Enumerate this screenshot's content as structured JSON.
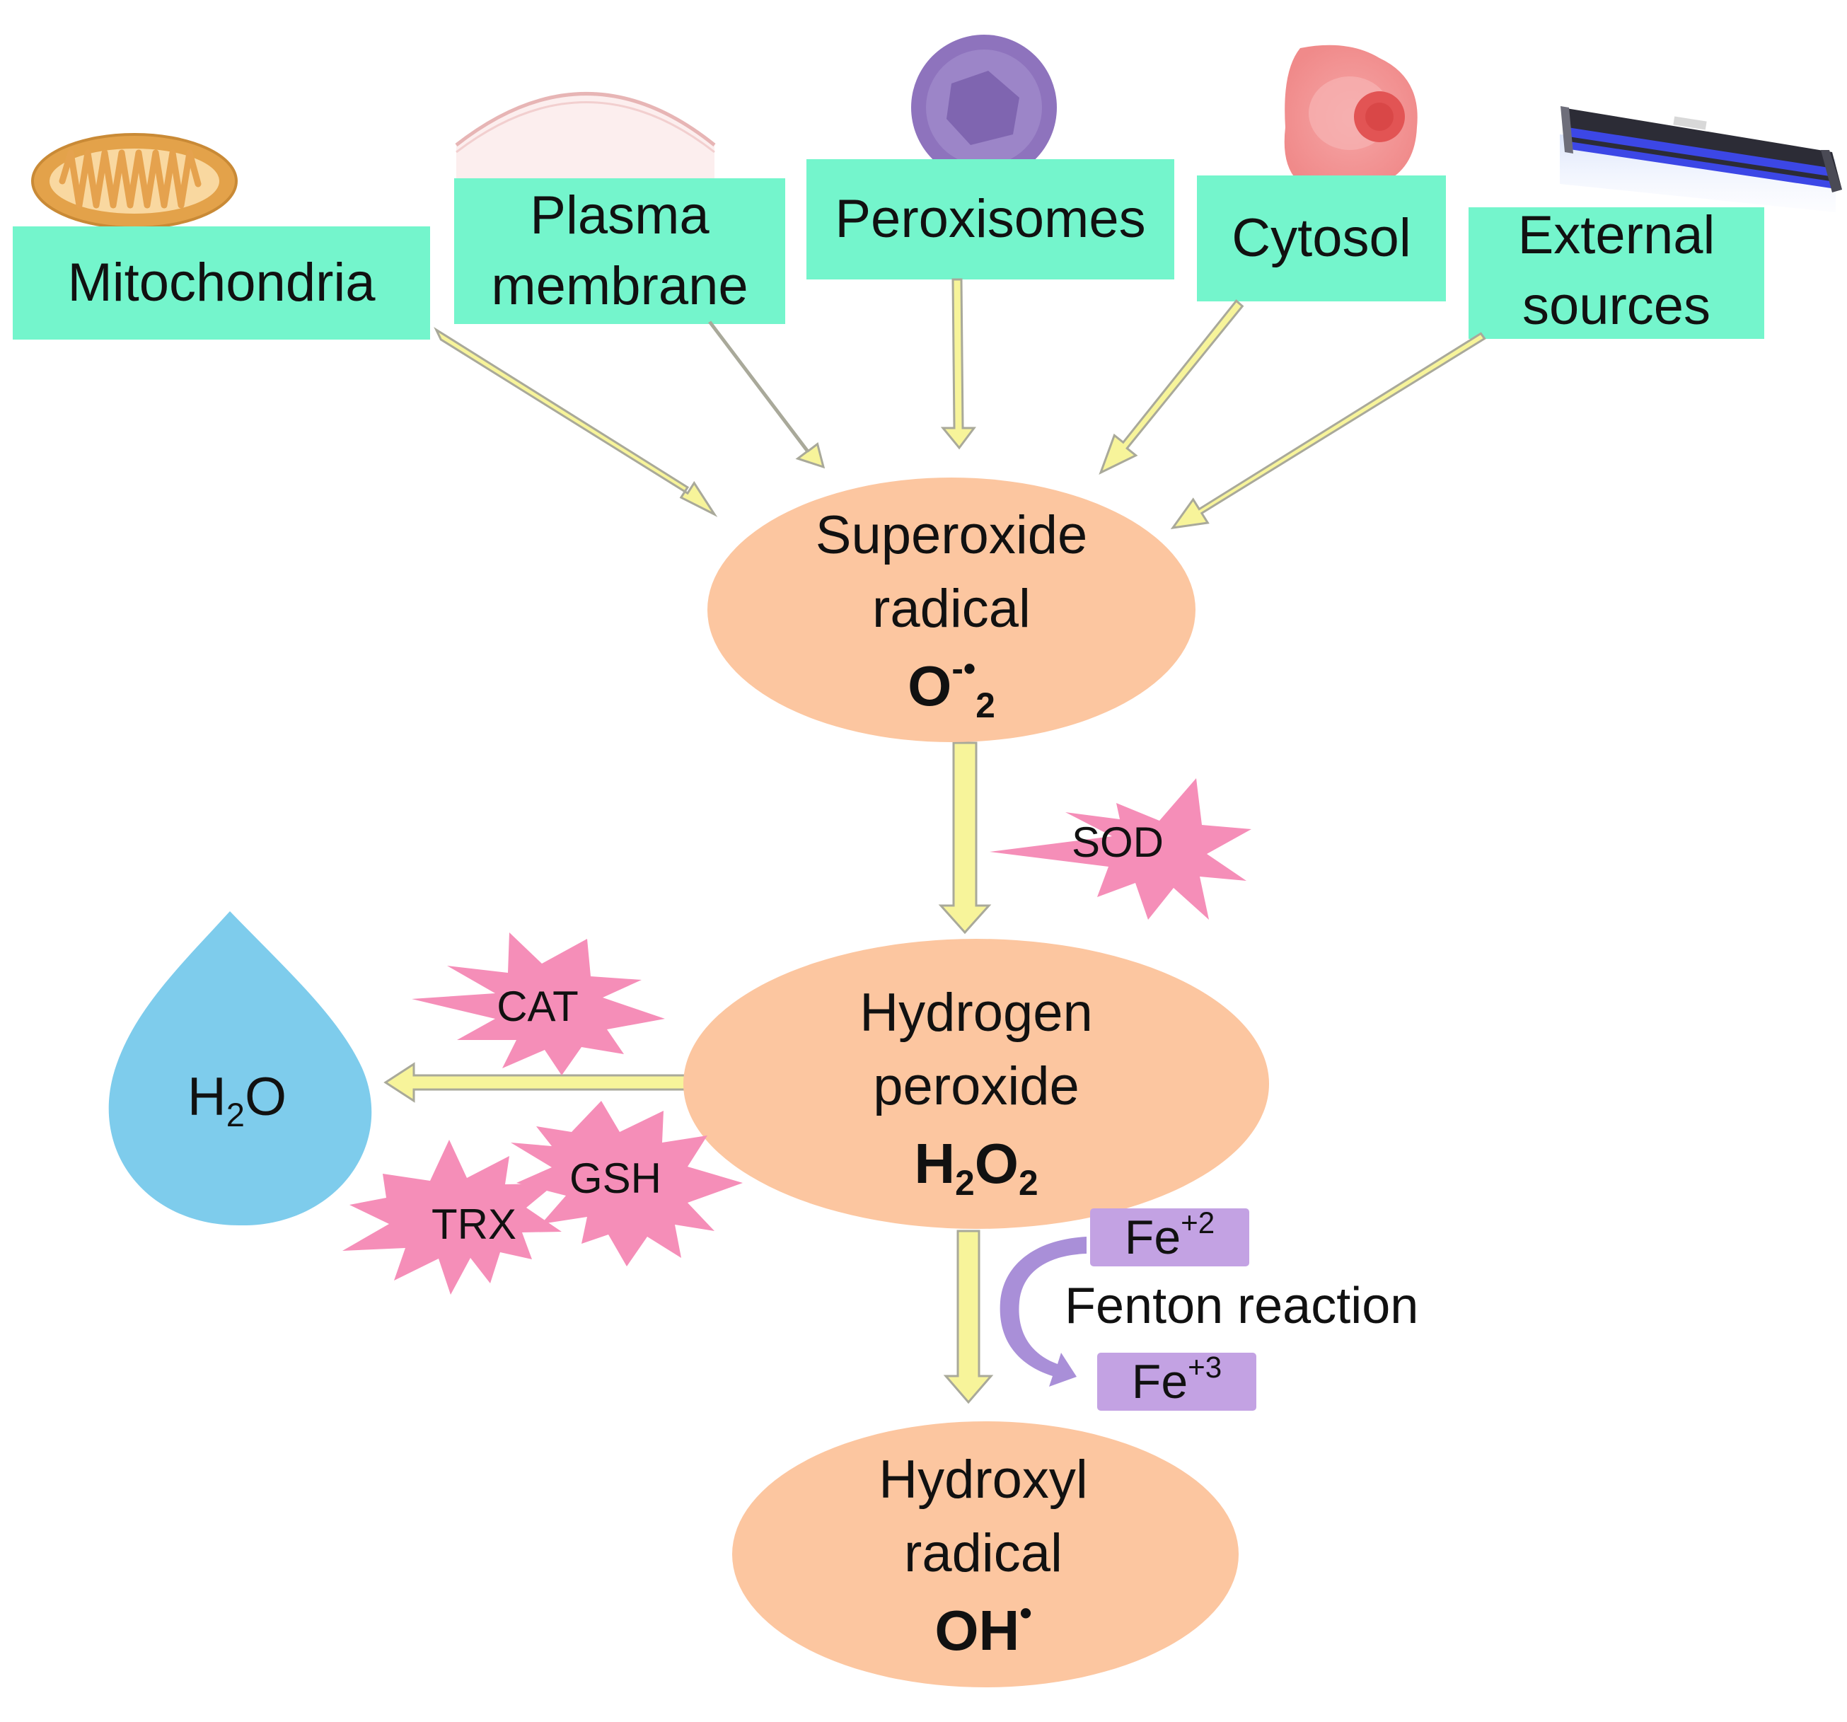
{
  "sources": [
    {
      "label_lines": [
        "Mitochondria"
      ],
      "icon": "mitochondria-icon"
    },
    {
      "label_lines": [
        "Plasma",
        "membrane"
      ],
      "icon": "plasma-membrane-icon"
    },
    {
      "label_lines": [
        "Peroxisomes"
      ],
      "icon": "peroxisome-icon"
    },
    {
      "label_lines": [
        "Cytosol"
      ],
      "icon": "cell-icon"
    },
    {
      "label_lines": [
        "External",
        "sources"
      ],
      "icon": "uv-lamp-icon"
    }
  ],
  "nodes": {
    "superoxide": {
      "line1": "Superoxide",
      "line2": "radical",
      "formula_base": "O",
      "formula_sup": "-•",
      "formula_sub": "2"
    },
    "peroxide": {
      "line1": "Hydrogen",
      "line2": "peroxide",
      "f1": "H",
      "f1_sub": "2",
      "f2": "O",
      "f2_sub": "2"
    },
    "hydroxyl": {
      "line1": "Hydroxyl",
      "line2": "radical",
      "formula_base": "OH",
      "formula_sup": "•"
    },
    "water": {
      "base1": "H",
      "sub": "2",
      "base2": "O"
    }
  },
  "enzymes": {
    "sod": "SOD",
    "cat": "CAT",
    "gsh": "GSH",
    "trx": "TRX"
  },
  "fenton": {
    "label": "Fenton reaction",
    "fe2_base": "Fe",
    "fe2_sup": "+2",
    "fe3_base": "Fe",
    "fe3_sup": "+3"
  },
  "colors": {
    "source_box": "#74F5CC",
    "oval": "#FCC6A0",
    "enzyme_burst": "#F58EB8",
    "arrow_fill": "#F7F49A",
    "arrow_stroke": "#A9A99A",
    "iron_box": "#C3A2E3",
    "fenton_arrow": "#A98FD8",
    "water_drop": "#7ECCEC"
  }
}
